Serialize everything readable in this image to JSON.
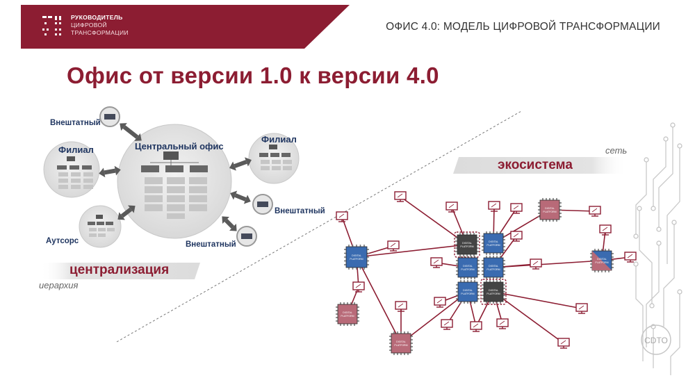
{
  "header": {
    "org_line1": "РУКОВОДИТЕЛЬ",
    "org_line2": "ЦИФРОВОЙ",
    "org_line3": "ТРАНСФОРМАЦИИ",
    "page_title": "ОФИС 4.0: МОДЕЛЬ ЦИФРОВОЙ ТРАНСФОРМАЦИИ"
  },
  "slide": {
    "title": "Офис от версии 1.0 к версии 4.0"
  },
  "left_diagram": {
    "central_office": "Центральный офис",
    "branch_left": "Филиал",
    "branch_right": "Филиал",
    "freelancer_top": "Внештатный",
    "freelancer_right": "Внештатный",
    "freelancer_bottom": "Внештатный",
    "outsource": "Аутсорс",
    "model_label": "централизация",
    "structure_label": "иерархия"
  },
  "right_diagram": {
    "model_label": "экосистема",
    "structure_label": "сеть",
    "chip_line1": "DIGITAL",
    "chip_line2": "PLATFORM",
    "watermark": "CDTO"
  },
  "colors": {
    "brand": "#8c1d32",
    "navy": "#1f3560",
    "chip_blue": "#3a6bb0",
    "chip_red": "#b86a78",
    "chip_dark": "#444444"
  }
}
